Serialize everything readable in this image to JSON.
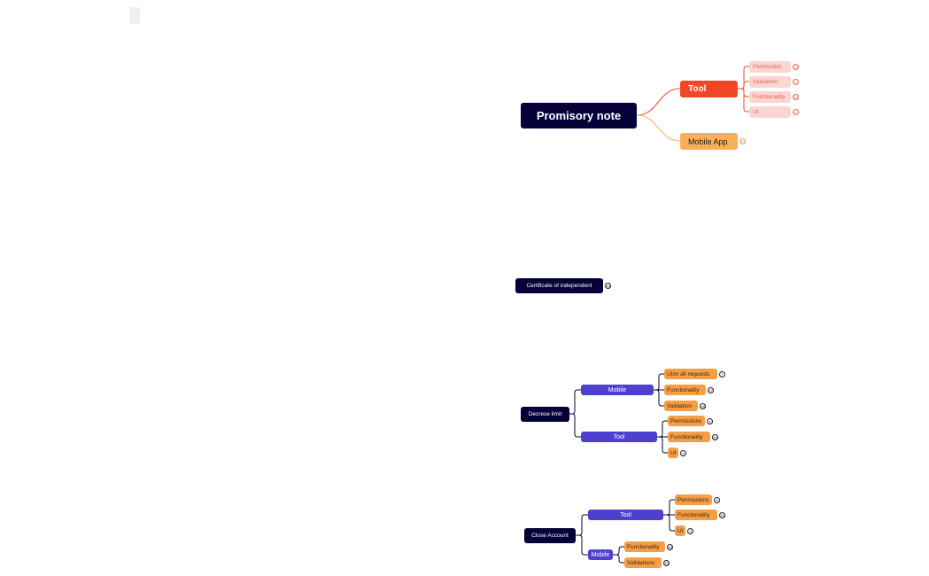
{
  "mindmaps": [
    {
      "root": "Promisory note",
      "branches": [
        {
          "label": "Tool",
          "children": [
            {
              "label": "Permission",
              "badge": "11"
            },
            {
              "label": "Validation",
              "badge": "5"
            },
            {
              "label": "Functionality",
              "badge": "14"
            },
            {
              "label": "UI",
              "badge": "6"
            }
          ]
        },
        {
          "label": "Mobile App",
          "badge": "10",
          "children": []
        }
      ]
    },
    {
      "root": "Certificate of independent",
      "badge": "20",
      "branches": []
    },
    {
      "root": "Decrese limit",
      "branches": [
        {
          "label": "Mobile",
          "children": [
            {
              "label": "UI/in all requests",
              "badge": "7"
            },
            {
              "label": "Functionality",
              "badge": "17"
            },
            {
              "label": "Validation",
              "badge": "18"
            }
          ]
        },
        {
          "label": "Tool",
          "children": [
            {
              "label": "Permissions",
              "badge": "4"
            },
            {
              "label": "Functionality",
              "badge": "14"
            },
            {
              "label": "UI",
              "badge": "3"
            }
          ]
        }
      ]
    },
    {
      "root": "Close Account",
      "branches": [
        {
          "label": "Tool",
          "children": [
            {
              "label": "Permissions",
              "badge": "4"
            },
            {
              "label": "Functionality",
              "badge": "14"
            },
            {
              "label": "UI",
              "badge": "3"
            }
          ]
        },
        {
          "label": "Mobile",
          "children": [
            {
              "label": "Functionality",
              "badge": "18"
            },
            {
              "label": "Validations",
              "badge": "13"
            }
          ]
        }
      ]
    }
  ]
}
